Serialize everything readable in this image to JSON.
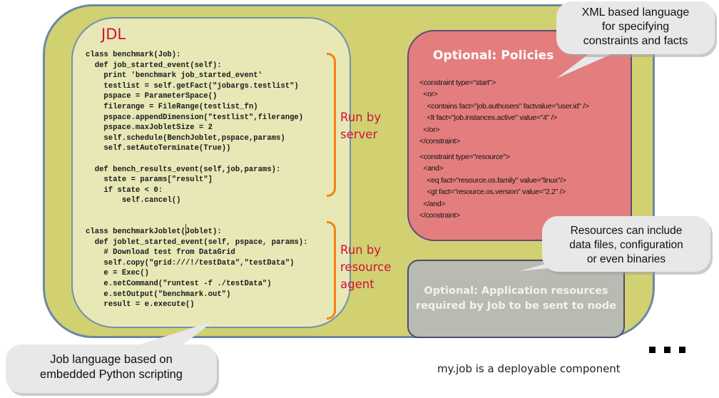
{
  "jdl": {
    "title": "JDL",
    "code_block_1": "class benchmark(Job):\n  def job_started_event(self):\n    print 'benchmark job_started_event'\n    testlist = self.getFact(\"jobargs.testlist\")\n    pspace = ParameterSpace()\n    filerange = FileRange(testlist_fn)\n    pspace.appendDimension(\"testlist\",filerange)\n    pspace.maxJobletSize = 2\n    self.schedule(BenchJoblet,pspace,params)\n    self.setAutoTerminate(True))\n\n  def bench_results_event(self,job,params):\n    state = params[\"result\"]\n    if state < 0:\n        self.cancel()",
    "code_block_2": "class benchmarkJoblet(Joblet):\n  def joblet_started_event(self, pspace, params):\n    # Download test from DataGrid\n    self.copy(\"grid:///!/testData\",\"testData\")\n    e = Exec()\n    e.setCommand(\"runtest -f ./testData\")\n    e.setOutput(\"benchmark.out\")\n    result = e.execute()"
  },
  "annotations": {
    "run_by_server": "Run by\nserver",
    "run_by_agent": "Run by\nresource\nagent"
  },
  "policies": {
    "title": "Optional: Policies",
    "xml_block_1": "<constraint type=\"start\">\n  <or>\n    <contains fact=\"job.authusers\" factvalue=\"user.id\" />\n    <lt fact=\"job.instances.active\" value=\"4\" />\n  </or>\n</constraint>",
    "xml_block_2": "<constraint type=\"resource\">\n  <and>\n    <eq fact=\"resource.os.family\" value=\"linux\"/>\n    <gt fact=\"resource.os.version\" value=\"2.2\" />\n  </and>\n</constraint>"
  },
  "app_resources": {
    "text": "Optional: Application resources\nrequired by Job to be sent to node"
  },
  "callouts": {
    "xml": "XML based language\nfor specifying\nconstraints and facts",
    "resources": "Resources can include\ndata files, configuration\nor even binaries",
    "job_language": "Job language based on\nembedded Python scripting"
  },
  "caption": "my.job is a deployable component",
  "colors": {
    "outer_fill": "#d1d172",
    "jdl_fill": "#e7e8b6",
    "policies_fill": "#e47e7e",
    "resources_fill": "#b8bbb1",
    "accent_red": "#d0103a",
    "brace_orange": "#f5820f"
  }
}
